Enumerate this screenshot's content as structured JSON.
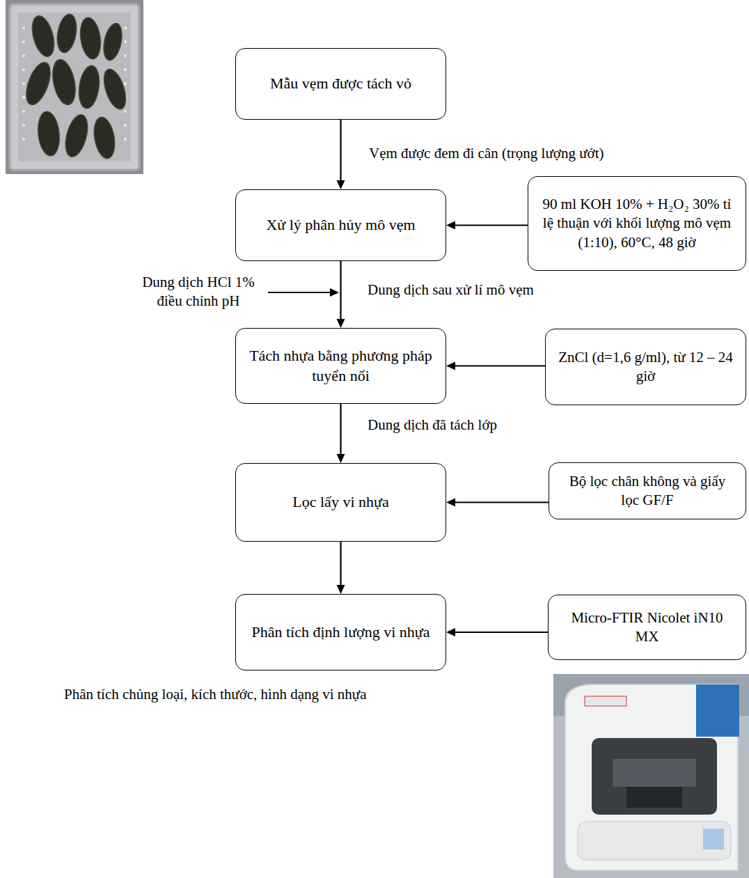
{
  "diagram": {
    "nodes": [
      {
        "text": [
          "Mẫu vẹm được tách vỏ"
        ]
      },
      {
        "text": [
          "Xử lý phân hủy mô vẹm"
        ]
      },
      {
        "text": [
          "90 ml KOH 10% + H₂O₂ 30% tỉ lệ thuận với khối lượng mô vẹm (1:10), 60°C, 48 giờ"
        ]
      },
      {
        "text": [
          "Tách nhựa bằng phương pháp tuyển nổi"
        ]
      },
      {
        "text": [
          "ZnCl (d=1,6 g/ml), từ 12 – 24 giờ"
        ]
      },
      {
        "text": [
          "Lọc lấy vi nhựa"
        ]
      },
      {
        "text": [
          "Bộ lọc chân không và giấy lọc GF/F"
        ]
      },
      {
        "text": [
          "Phân tích định lượng vi nhựa"
        ]
      },
      {
        "text": [
          "Micro-FTIR Nicolet iN10 MX"
        ]
      }
    ],
    "edges": [
      {
        "from": 0,
        "to": 1,
        "label": "Vẹm được đem đi cân (trọng lượng ướt)",
        "arrow": "to"
      },
      {
        "from": 2,
        "to": 1,
        "arrow": "to"
      },
      {
        "from": 1,
        "to": 3,
        "label": "Dung dịch sau xử lí mô vẹm",
        "arrow": "to"
      },
      {
        "from": 4,
        "to": 3,
        "arrow": "to"
      },
      {
        "from": 3,
        "to": 5,
        "label": "Dung dịch đã tách lớp",
        "arrow": "to"
      },
      {
        "from": 6,
        "to": 5,
        "arrow": "to"
      },
      {
        "from": 5,
        "to": 7,
        "arrow": "to"
      },
      {
        "from": 8,
        "to": 7,
        "arrow": "to"
      }
    ],
    "labels": [
      "Dung dịch HCl 1% điều chỉnh pH",
      "Phân tích chủng loại, kích thước, hình dạng vi nhựa"
    ]
  }
}
